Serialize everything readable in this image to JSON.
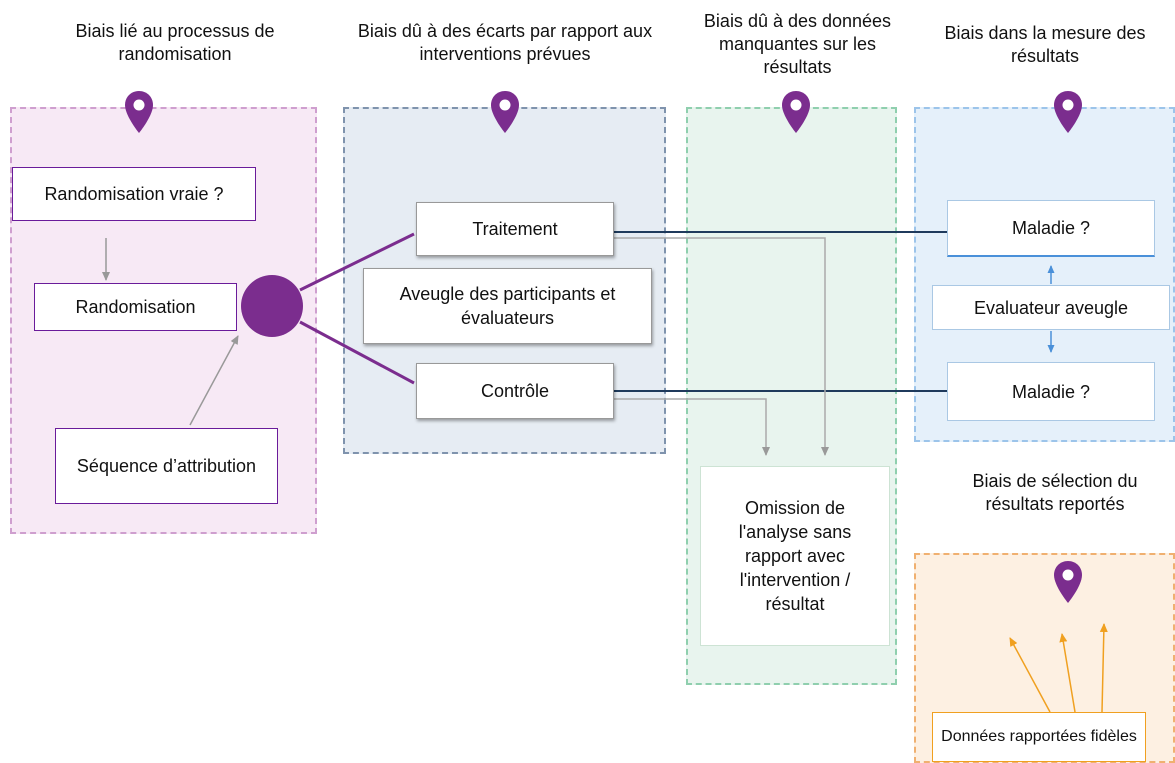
{
  "headings": {
    "randomisation": "Biais lié au processus de randomisation",
    "deviations": "Biais dû à des écarts par rapport aux interventions prévues",
    "missing": "Biais dû à des données manquantes sur les résultats",
    "measurement": "Biais dans la mesure des résultats",
    "selection": "Biais de sélection du résultats reportés"
  },
  "boxes": {
    "true_randomisation": "Randomisation vraie ?",
    "randomisation": "Randomisation",
    "sequence": "Séquence d’attribution",
    "treatment": "Traitement",
    "blinding": "Aveugle des participants et évaluateurs",
    "control": "Contrôle",
    "omission": "Omission de l'analyse sans rapport avec l'intervention / résultat",
    "disease_top": "Maladie ?",
    "blind_assessor": "Evaluateur aveugle",
    "disease_bottom": "Maladie ?",
    "reported_data": "Données rapportées fidèles"
  },
  "colors": {
    "purple": "#7b2d8e",
    "randomisation_region": "#f7e9f5",
    "deviations_region": "#e6ecf3",
    "missing_region": "#e8f4ee",
    "measurement_region": "#e5f0fa",
    "selection_region": "#fdf0e2",
    "navy_line": "#1f3a5c",
    "orange": "#f0a020",
    "blue_arrow": "#4a90d9"
  },
  "icons": [
    "map-pin-icon",
    "map-pin-icon",
    "map-pin-icon",
    "map-pin-icon",
    "map-pin-icon"
  ]
}
